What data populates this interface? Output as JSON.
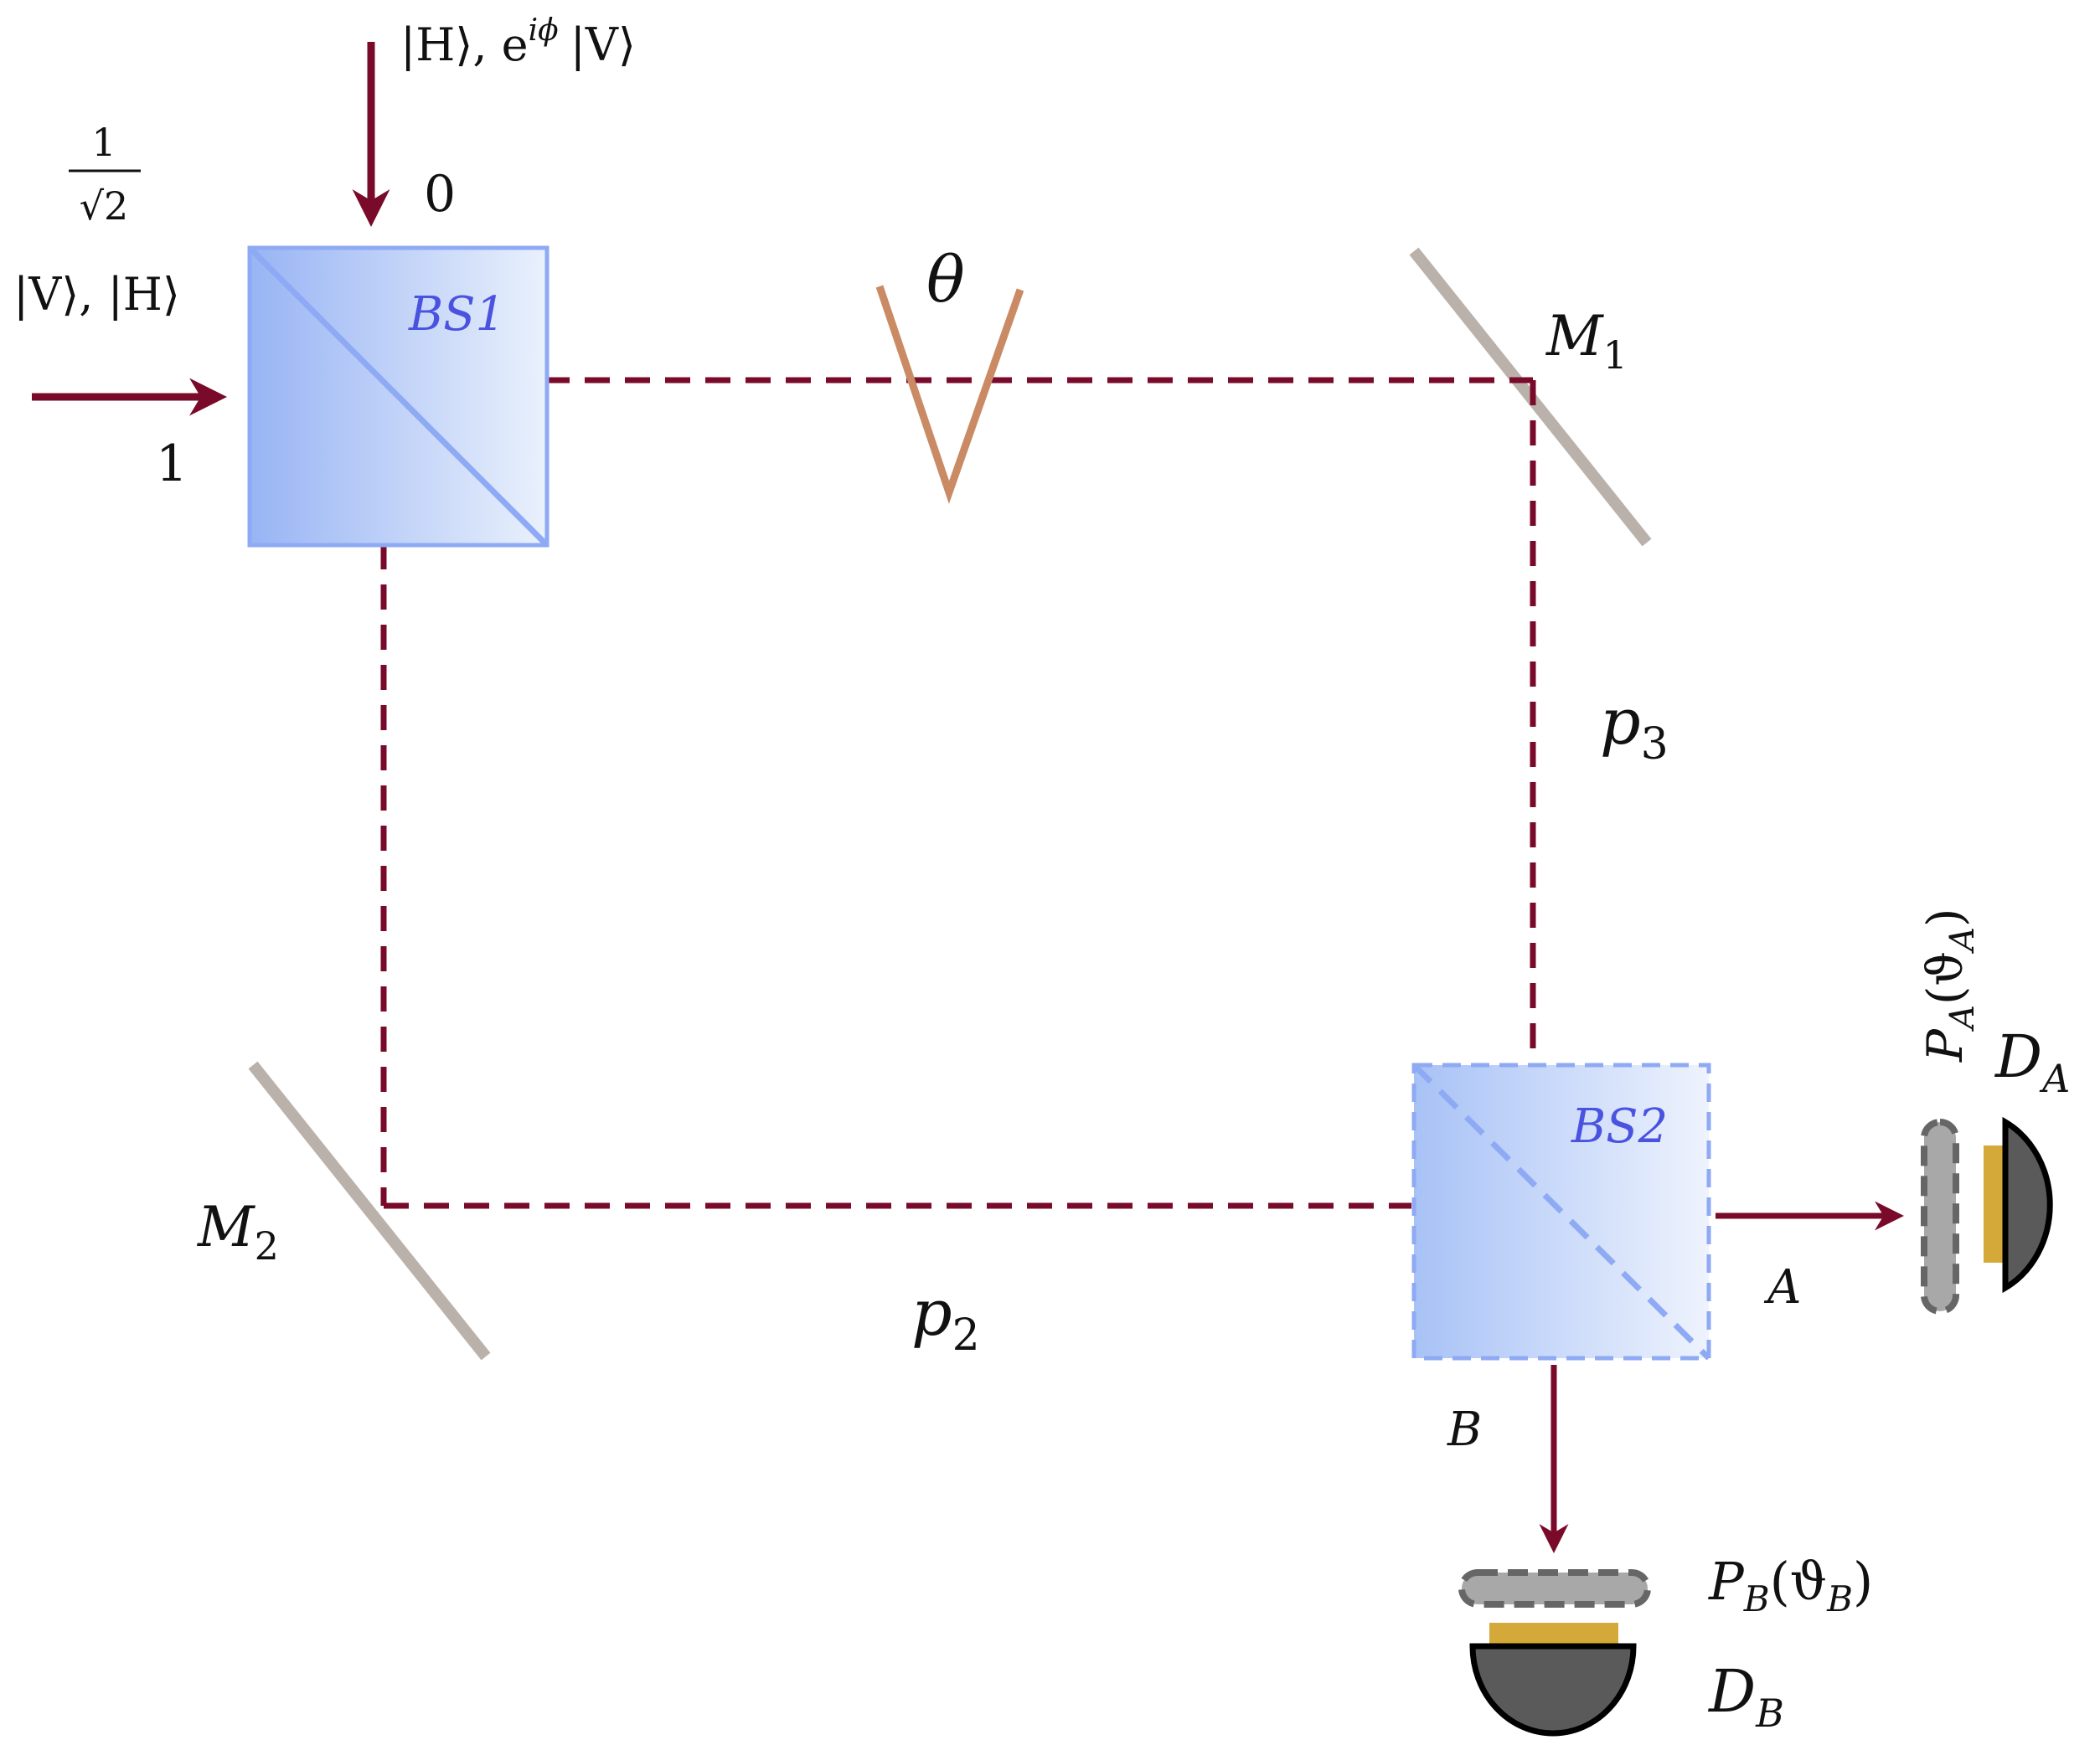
{
  "input_top": {
    "label": "|H⟩, e^{iφ} |V⟩",
    "label_main": "|H⟩, e",
    "label_sup": "iϕ",
    "label_tail": "|V⟩",
    "port": "0"
  },
  "input_left": {
    "fraction_num": "1",
    "fraction_den": "√2",
    "label": "|V⟩, |H⟩",
    "port": "1"
  },
  "beam_splitter_1": {
    "label": "BS1"
  },
  "beam_splitter_2": {
    "label": "BS2"
  },
  "plate": {
    "label": "θ"
  },
  "mirror_1": {
    "label_main": "M",
    "label_sub": "1"
  },
  "mirror_2": {
    "label_main": "M",
    "label_sub": "2"
  },
  "path_3": {
    "label_main": "p",
    "label_sub": "3"
  },
  "path_2": {
    "label_main": "p",
    "label_sub": "2"
  },
  "output_a": {
    "label": "A",
    "polarizer_main": "P",
    "polarizer_sub": "A",
    "polarizer_arg": "(ϑ",
    "polarizer_arg_sub": "A",
    "polarizer_close": ")",
    "detector_main": "D",
    "detector_sub": "A"
  },
  "output_b": {
    "label": "B",
    "polarizer_main": "P",
    "polarizer_sub": "B",
    "polarizer_arg": "(ϑ",
    "polarizer_arg_sub": "B",
    "polarizer_close": ")",
    "detector_main": "D",
    "detector_sub": "B"
  },
  "colors": {
    "beam": "#7a0a2a",
    "mirror": "#bbb1ab",
    "plate": "#c98a64",
    "splitter_edge": "#8faaf4",
    "splitter_label": "#4a52e0",
    "detector_body": "#5a5a5a",
    "detector_window": "#d4a93a",
    "polarizer": "#a8a8a8"
  }
}
